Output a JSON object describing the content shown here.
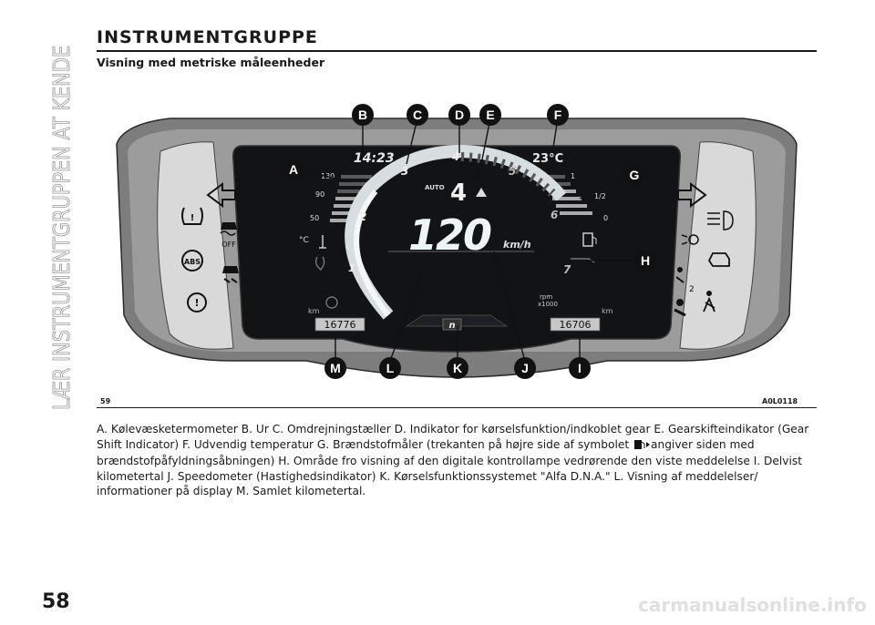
{
  "sidebar": {
    "title": "LÆR INSTRUMENTGRUPPEN AT KENDE"
  },
  "page": {
    "number": "58"
  },
  "section": {
    "title": "INSTRUMENTGRUPPE",
    "subtitle": "Visning med metriske måleenheder"
  },
  "figure": {
    "number": "59",
    "code": "A0L0118",
    "callouts": [
      "A",
      "B",
      "C",
      "D",
      "E",
      "F",
      "G",
      "H",
      "I",
      "J",
      "K",
      "L",
      "M"
    ],
    "display": {
      "clock": "14:23",
      "outside_temp": "23°C",
      "speed": "120",
      "speed_unit": "km/h",
      "gear": "4",
      "gear_mode": "AUTO",
      "rpm_label": "rpm",
      "rpm_scale": "x1000",
      "odometer_total": "16776",
      "odometer_trip": "16706",
      "km_left": "km",
      "km_right": "km",
      "temp_unit": "°C",
      "temp_ticks": [
        "130",
        "90",
        "50"
      ],
      "fuel_ticks": [
        "1",
        "1/2",
        "0"
      ],
      "rpm_ticks": [
        "1",
        "2",
        "3",
        "4",
        "5",
        "6",
        "7"
      ],
      "dna_mode": "n",
      "esc_off": "OFF",
      "abs": "ABS"
    },
    "colors": {
      "panel": "#8a8a8a",
      "pod": "#d4d4d4",
      "screen": "#101214",
      "screen_bg": "#050607",
      "callout": "#111111",
      "speed_text": "#eef3f6"
    }
  },
  "caption": {
    "line1": "A. Kølevæsketermometer B. Ur C. Omdrejningstæller D. Indikator for kørselsfunktion/indkoblet gear E. Gearskifteindikator (Gear",
    "line2_before": "Shift Indicator) F. Udvendig temperatur G. Brændstofmåler (trekanten på højre side af symbolet",
    "line2_after": "angiver siden med",
    "line3": "brændstofpåfyldningsåbningen) H. Område fro visning af den digitale kontrollampe vedrørende den viste meddelelse I. Delvist",
    "line4": "kilometertal J. Speedometer (Hastighedsindikator) K. Kørselsfunktionssystemet \"Alfa D.N.A.\" L. Visning af meddelelser/",
    "line5": "informationer på display M. Samlet kilometertal."
  },
  "watermark": "carmanualsonline.info"
}
